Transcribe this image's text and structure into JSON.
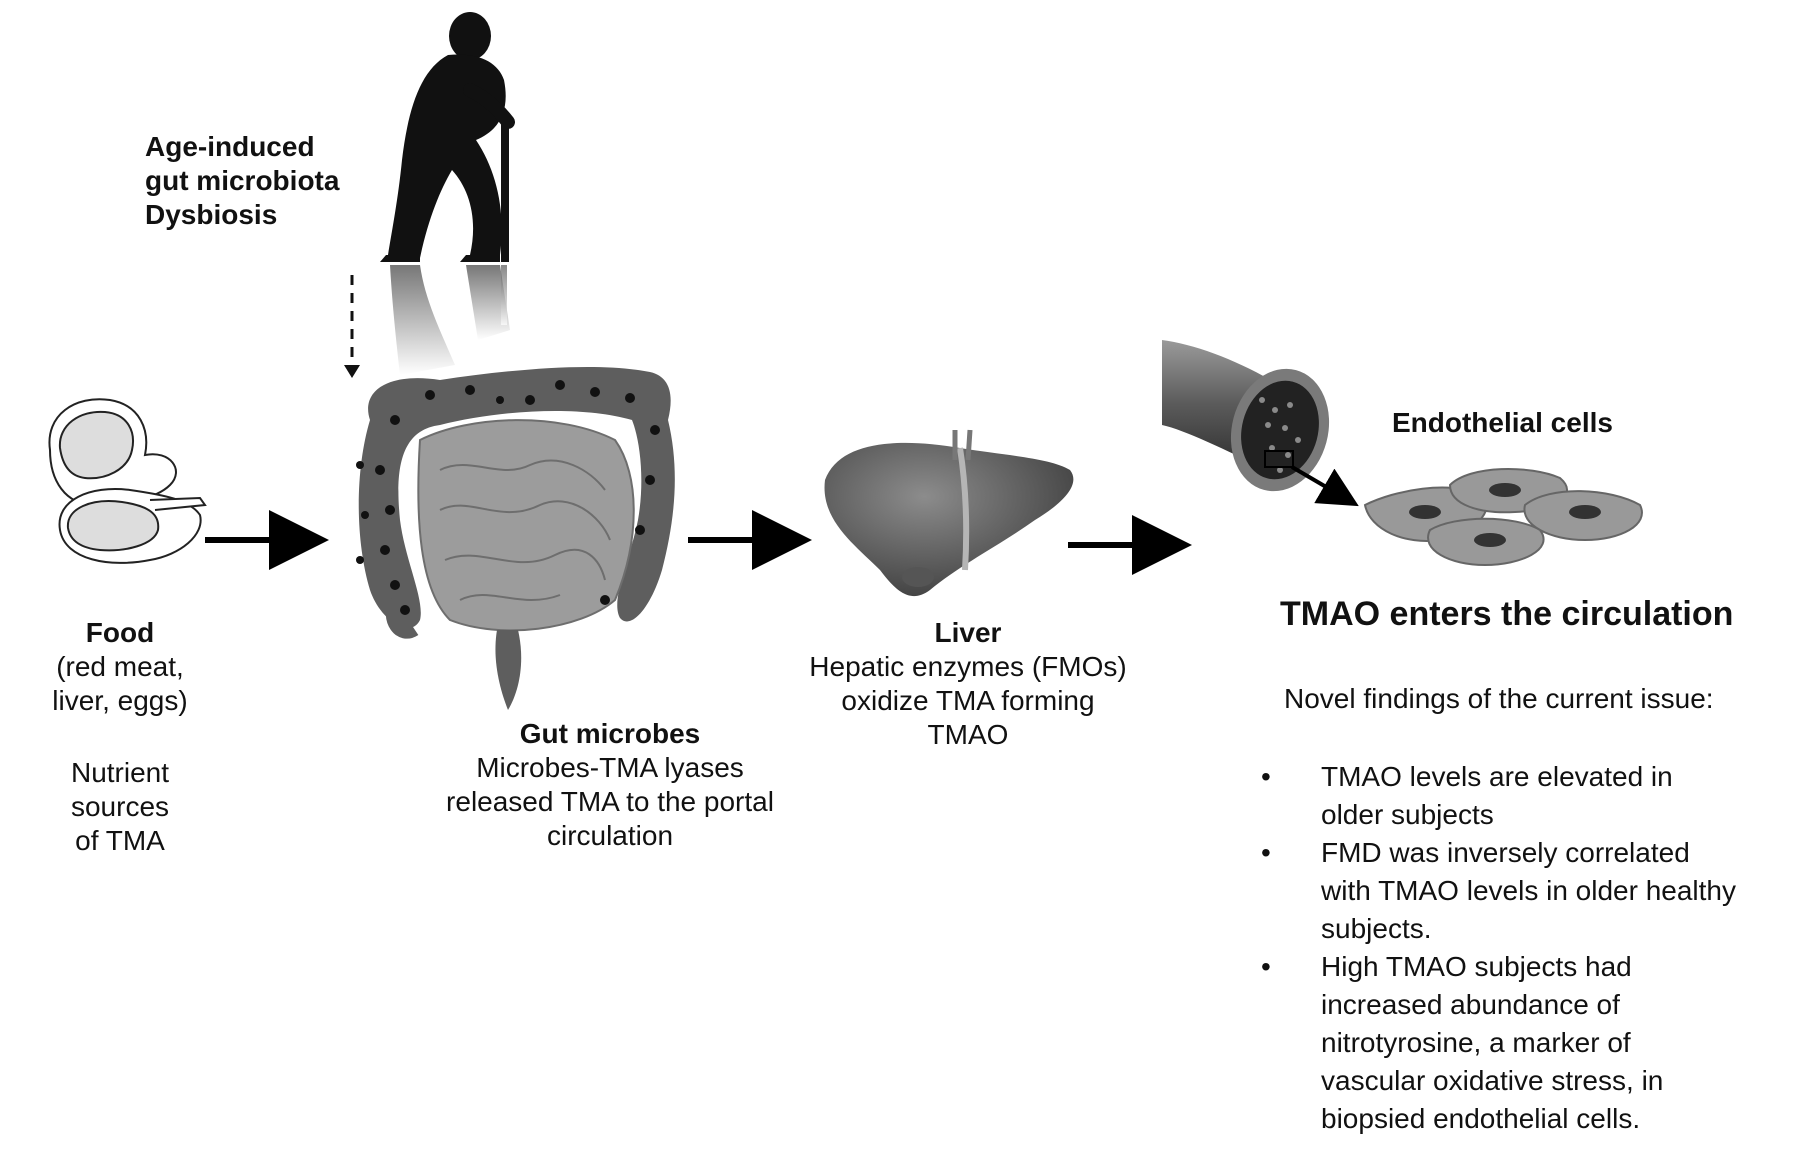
{
  "age_label": {
    "line1": "Age-induced",
    "line2": "gut microbiota",
    "line3": "Dysbiosis"
  },
  "food": {
    "title": "Food",
    "line1": "(red meat,",
    "line2": "liver, eggs)",
    "nutrient1": "Nutrient sources",
    "nutrient2": "of TMA"
  },
  "gut": {
    "title": "Gut microbes",
    "line1": "Microbes-TMA lyases",
    "line2": "released TMA to the  portal",
    "line3": "circulation"
  },
  "liver": {
    "title": "Liver",
    "line1": "Hepatic enzymes (FMOs)",
    "line2": "oxidize TMA forming",
    "line3": "TMAO"
  },
  "endothelial_label": "Endothelial cells",
  "circulation_title": "TMAO enters the circulation",
  "findings": {
    "intro": "Novel findings of the current issue:",
    "bullet": "•",
    "items": [
      {
        "line1": "TMAO levels are elevated in",
        "line2": "older subjects"
      },
      {
        "line1": "FMD was inversely correlated",
        "line2": "with TMAO levels in older healthy",
        "line3": "subjects."
      },
      {
        "line1": "High TMAO subjects had",
        "line2": "increased abundance of",
        "line3": "nitrotyrosine, a marker of",
        "line4": "vascular oxidative stress, in",
        "line5": "biopsied endothelial cells."
      }
    ]
  }
}
